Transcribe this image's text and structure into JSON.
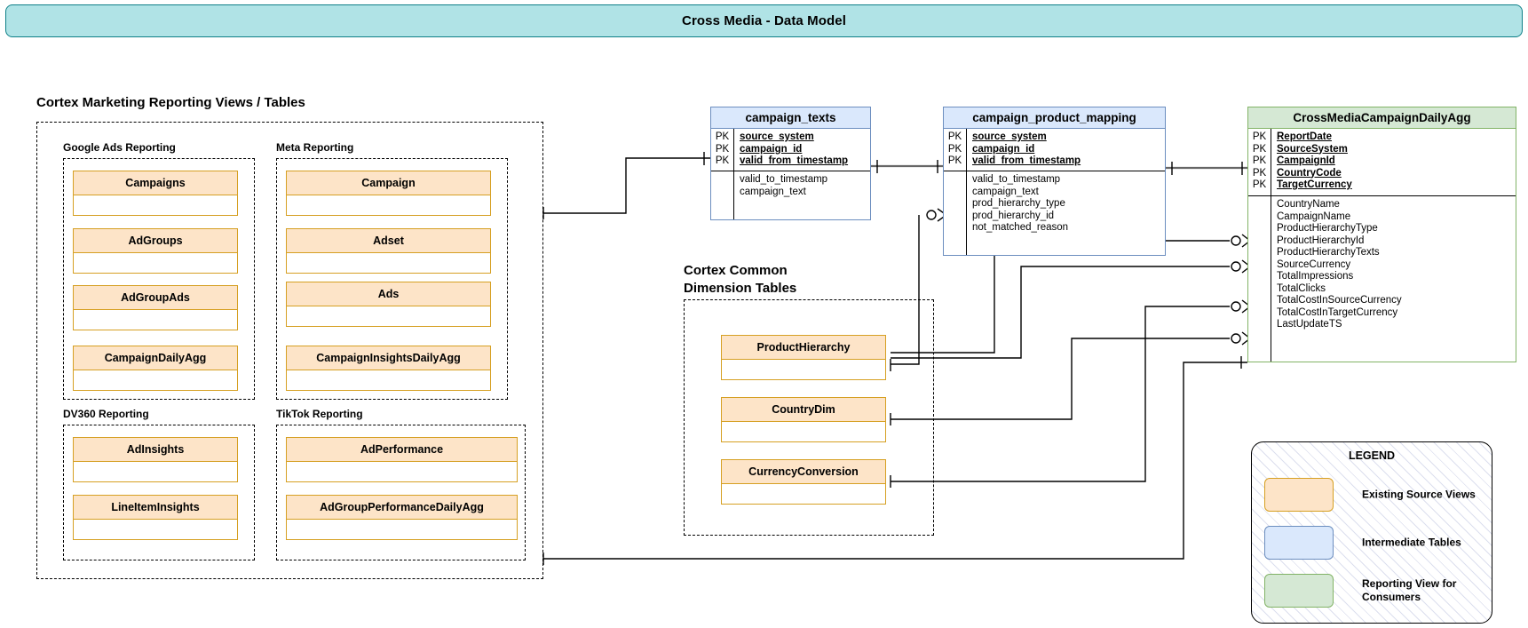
{
  "header": {
    "title": "Cross Media - Data Model"
  },
  "groups": {
    "reporting": {
      "title": "Cortex Marketing Reporting Views / Tables",
      "subgroups": [
        {
          "label": "Google Ads Reporting",
          "entities": [
            "Campaigns",
            "AdGroups",
            "AdGroupAds",
            "CampaignDailyAgg"
          ]
        },
        {
          "label": "Meta Reporting",
          "entities": [
            "Campaign",
            "Adset",
            "Ads",
            "CampaignInsightsDailyAgg"
          ]
        },
        {
          "label": "DV360 Reporting",
          "entities": [
            "AdInsights",
            "LineItemInsights"
          ]
        },
        {
          "label": "TikTok Reporting",
          "entities": [
            "AdPerformance",
            "AdGroupPerformanceDailyAgg"
          ]
        }
      ]
    },
    "dimensions": {
      "title": "Cortex Common\nDimension Tables",
      "entities": [
        "ProductHierarchy",
        "CountryDim",
        "CurrencyConversion"
      ]
    }
  },
  "tables": {
    "campaign_texts": {
      "name": "campaign_texts",
      "keys": [
        "PK",
        "PK",
        "PK"
      ],
      "pk_fields": [
        "source_system",
        "campaign_id",
        "valid_from_timestamp"
      ],
      "fields": [
        "valid_to_timestamp",
        "campaign_text"
      ],
      "color": "#dae8fc",
      "border": "#6c8ebf"
    },
    "campaign_product_mapping": {
      "name": "campaign_product_mapping",
      "keys": [
        "PK",
        "PK",
        "PK"
      ],
      "pk_fields": [
        "source_system",
        "campaign_id",
        "valid_from_timestamp"
      ],
      "fields": [
        "valid_to_timestamp",
        "campaign_text",
        "prod_hierarchy_type",
        "prod_hierarchy_id",
        "not_matched_reason"
      ],
      "color": "#dae8fc",
      "border": "#6c8ebf"
    },
    "cross_media": {
      "name": "CrossMediaCampaignDailyAgg",
      "keys": [
        "PK",
        "PK",
        "PK",
        "PK",
        "PK"
      ],
      "pk_fields": [
        "ReportDate",
        "SourceSystem",
        "CampaignId",
        "CountryCode",
        "TargetCurrency"
      ],
      "fields": [
        "CountryName",
        "CampaignName",
        "ProductHierarchyType",
        "ProductHierarchyId",
        "ProductHierarchyTexts",
        "SourceCurrency",
        "TotalImpressions",
        "TotalClicks",
        "TotalCostInSourceCurrency",
        "TotalCostInTargetCurrency",
        "LastUpdateTS"
      ],
      "color": "#d5e8d4",
      "border": "#82b366"
    }
  },
  "legend": {
    "title": "LEGEND",
    "items": [
      {
        "swatch": "orange",
        "label": "Existing Source Views"
      },
      {
        "swatch": "blue",
        "label": "Intermediate Tables"
      },
      {
        "swatch": "green",
        "label": "Reporting View for\nConsumers"
      }
    ]
  },
  "colors": {
    "banner_fill": "#b0e3e6",
    "banner_border": "#0e8088",
    "orange_fill": "#fde4c8",
    "orange_border": "#d6a023",
    "blue_fill": "#dae8fc",
    "blue_border": "#6c8ebf",
    "green_fill": "#d5e8d4",
    "green_border": "#82b366"
  }
}
